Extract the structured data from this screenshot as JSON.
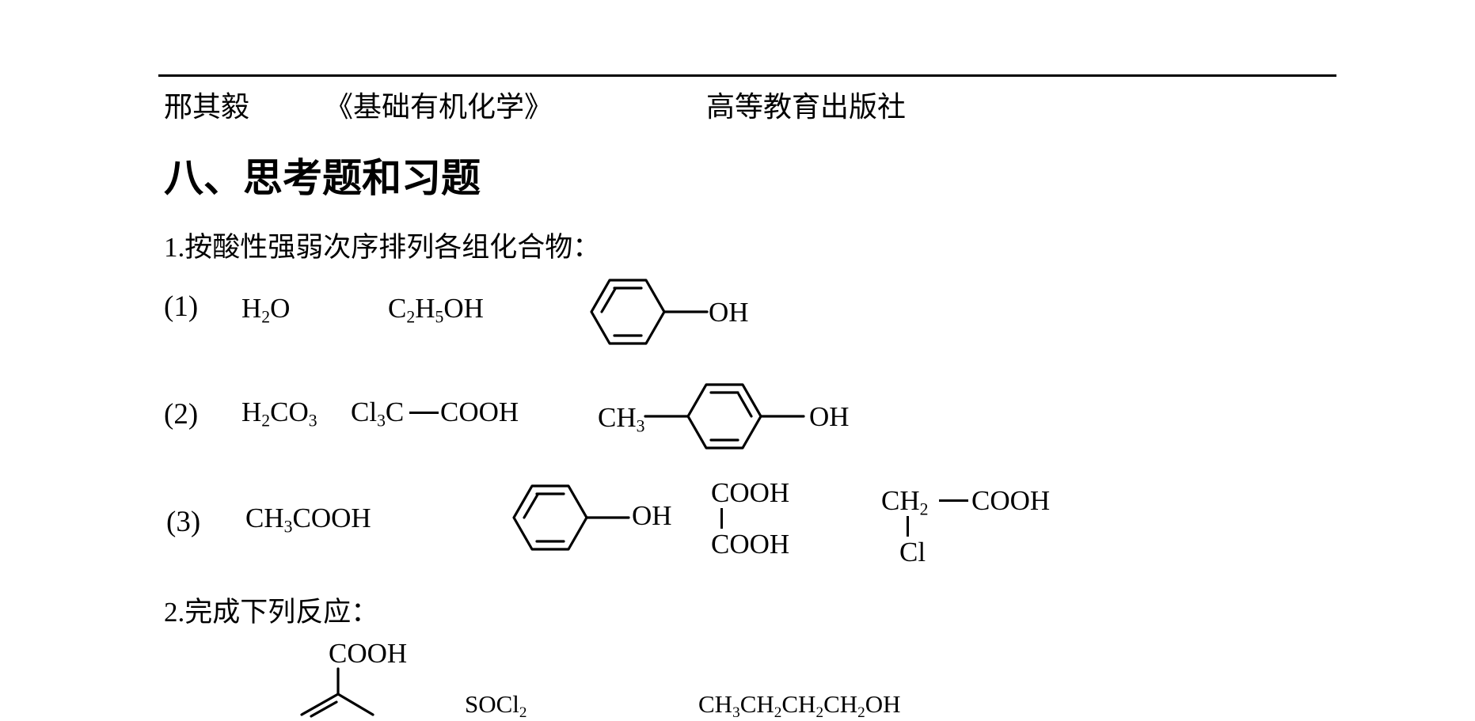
{
  "header": {
    "author": "邢其毅",
    "book": "《基础有机化学》",
    "publisher": "高等教育出版社"
  },
  "section_title": "八、思考题和习题",
  "question1": {
    "text": "1.按酸性强弱次序排列各组化合物：",
    "groups": [
      {
        "label": "(1)",
        "water": {
          "a": "H",
          "sub": "2",
          "b": "O"
        },
        "ethanol": {
          "a": "C",
          "s1": "2",
          "b": "H",
          "s2": "5",
          "c": "OH"
        },
        "phenol_oh": "OH"
      },
      {
        "label": "(2)",
        "carbonic": {
          "a": "H",
          "s1": "2",
          "b": "CO",
          "s2": "3"
        },
        "tca": {
          "a": "Cl",
          "sub": "3",
          "b": "C",
          "c": "COOH"
        },
        "cresol": {
          "ch": "CH",
          "sub": "3",
          "oh": "OH"
        }
      },
      {
        "label": "(3)",
        "acetic": {
          "a": "CH",
          "sub": "3",
          "b": "COOH"
        },
        "phenol_oh": "OH",
        "oxalic": {
          "top": "COOH",
          "bottom": "COOH"
        },
        "chloroacetic": {
          "ch": "CH",
          "sub": "2",
          "cooh": "COOH",
          "cl": "Cl"
        }
      }
    ]
  },
  "question2": {
    "text": "2.完成下列反应：",
    "reagent_top": "COOH",
    "socl2": {
      "a": "SOCl",
      "sub": "2"
    },
    "butanol": {
      "a": "CH",
      "s1": "3",
      "b": "CH",
      "s2": "2",
      "c": "CH",
      "s3": "2",
      "d": "CH",
      "s4": "2",
      "e": "OH"
    }
  }
}
